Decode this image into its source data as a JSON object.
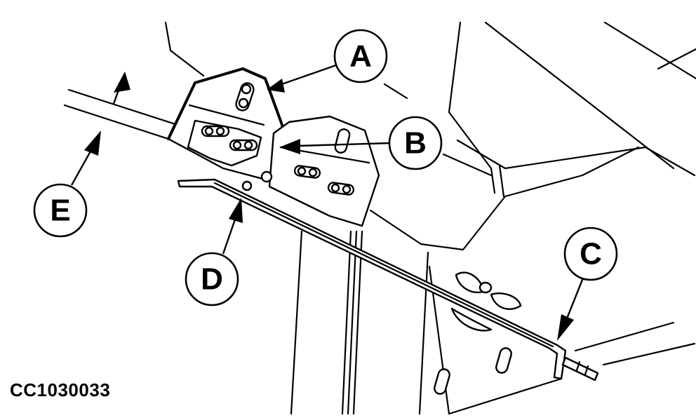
{
  "figure": {
    "id_label": "CC1030033",
    "callouts": [
      {
        "key": "A",
        "label": "A"
      },
      {
        "key": "B",
        "label": "B"
      },
      {
        "key": "C",
        "label": "C"
      },
      {
        "key": "D",
        "label": "D"
      },
      {
        "key": "E",
        "label": "E"
      }
    ]
  }
}
